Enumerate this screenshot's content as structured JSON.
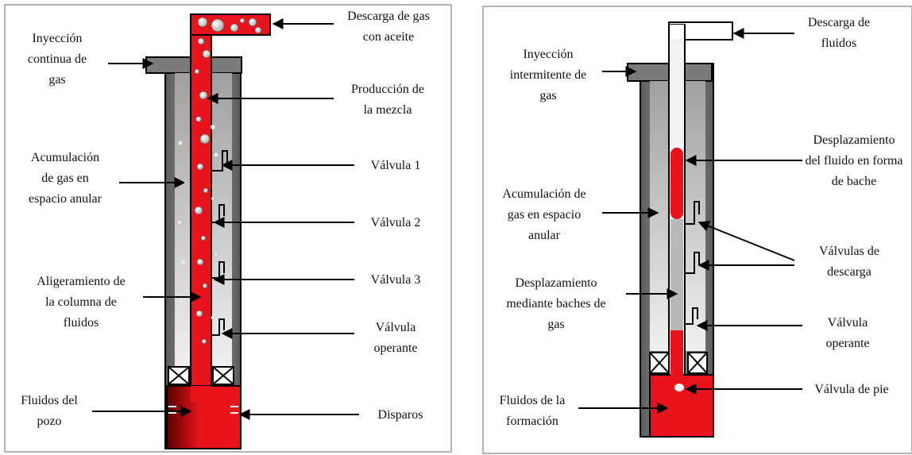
{
  "left_panel": {
    "labels": {
      "injection": "Inyección\ncontinua de\ngas",
      "gas_discharge": "Descarga de gas\ncon aceite",
      "mix_production": "Producción de\nla mezcla",
      "valve1": "Válvula 1",
      "annulus_gas": "Acumulación\nde gas en\nespacio anular",
      "valve2": "Válvula 2",
      "lightening": "Aligeramiento de\nla columna de\nfluidos",
      "valve3": "Válvula 3",
      "operating_valve": "Válvula\noperante",
      "well_fluids": "Fluidos del\npozo",
      "perforations": "Disparos"
    }
  },
  "right_panel": {
    "labels": {
      "fluid_discharge": "Descarga de\nfluidos",
      "injection": "Inyección\nintermitente de\ngas",
      "slug_displacement": "Desplazamiento\ndel fluido en forma\nde bache",
      "annulus_gas": "Acumulación de\ngas en espacio\nanular",
      "unloading_valves": "Válvulas de\ndescarga",
      "gas_slug_displacement": "Desplazamiento\nmediante baches de\ngas",
      "operating_valve": "Válvula\noperante",
      "foot_valve": "Válvula de pie",
      "formation_fluids": "Fluidos de la\nformación"
    }
  },
  "colors": {
    "fluid_red": "#e8131b",
    "steel": "#7a7a7a",
    "annulus_gray": "#c8c8c8"
  }
}
